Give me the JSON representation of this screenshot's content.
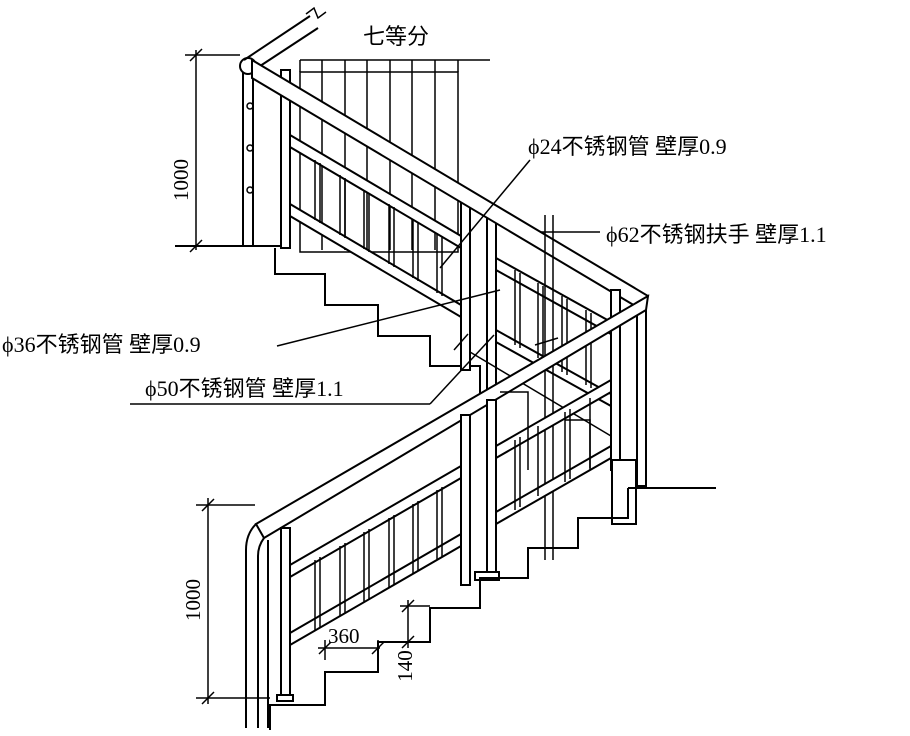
{
  "labels": {
    "divide": "七等分",
    "pipe24": "ϕ24不锈钢管 壁厚0.9",
    "handrail62": "ϕ62不锈钢扶手 壁厚1.1",
    "pipe36": "ϕ36不锈钢管 壁厚0.9",
    "pipe50": "ϕ50不锈钢管 壁厚1.1"
  },
  "dimensions": {
    "upper_height": "1000",
    "lower_height": "1000",
    "tread": "360",
    "riser": "140"
  }
}
